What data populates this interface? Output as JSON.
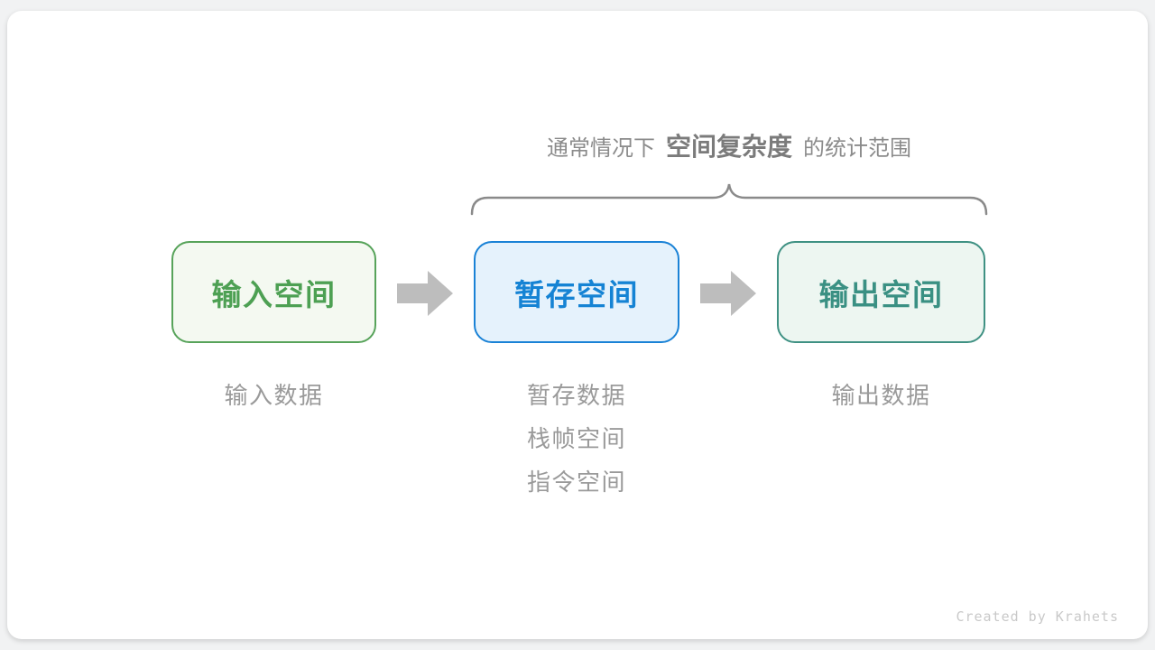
{
  "caption": {
    "prefix": "通常情况下",
    "highlight": "空间复杂度",
    "suffix": "的统计范围"
  },
  "boxes": [
    {
      "id": "input-space",
      "label": "输入空间",
      "colors": {
        "border": "#57a35a",
        "text": "#4da053",
        "background": "#f4f9f1"
      }
    },
    {
      "id": "temp-space",
      "label": "暂存空间",
      "colors": {
        "border": "#1a82d6",
        "text": "#1583d4",
        "background": "#e5f2fc"
      }
    },
    {
      "id": "output-space",
      "label": "输出空间",
      "colors": {
        "border": "#3f9183",
        "text": "#3a9083",
        "background": "#edf6f1"
      }
    }
  ],
  "columns": [
    {
      "items": [
        "输入数据"
      ]
    },
    {
      "items": [
        "暂存数据",
        "栈帧空间",
        "指令空间"
      ]
    },
    {
      "items": [
        "输出数据"
      ]
    }
  ],
  "watermark": "Created by Krahets",
  "accent_colors": {
    "arrow": "#bdbdbd",
    "brace": "#8a8a8a",
    "caption_text": "#8b8b8b",
    "caption_highlight": "#7b7b7b",
    "sub_text": "#9a9a9a",
    "watermark_text": "#c9c9c9",
    "card_background": "#ffffff",
    "page_background": "#f1f2f3"
  }
}
